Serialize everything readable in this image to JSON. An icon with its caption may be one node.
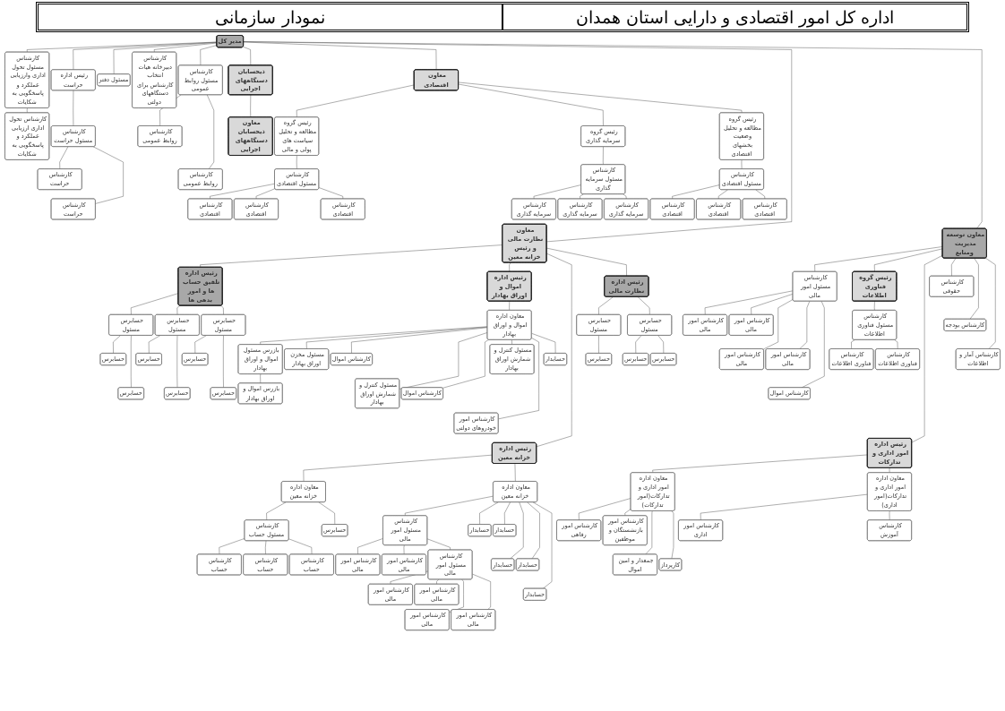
{
  "diagram": {
    "title": "نمودار سازمانی",
    "labels": [
      "اداره کل امور اقتصادی و دارایی استان همدان"
    ],
    "nodes": [
      {
        "text": [
          "مدیر کل"
        ]
      },
      {
        "text": [
          "کارشناس مسئول تحول اداری وارزیابی عملکرد و پاسخگویی به شکایات"
        ]
      },
      {
        "text": [
          "کارشناس تحول اداری ارزیابی عملکرد و پاسخگویی به شکایات"
        ]
      },
      {
        "text": [
          "رئیس اداره حراست"
        ]
      },
      {
        "text": [
          "کارشناس مسئول حراست"
        ]
      },
      {
        "text": [
          "کارشناس حراست"
        ]
      },
      {
        "text": [
          "کارشناس حراست"
        ]
      },
      {
        "text": [
          "مسئول دفتر"
        ]
      },
      {
        "text": [
          "کارشناس دبیرخانه هیات انتخاب کارشناس برای دستگاههای دولتی"
        ]
      },
      {
        "text": [
          "کارشناس مسئول روابط عمومی"
        ]
      },
      {
        "text": [
          "کارشناس روابط عمومی"
        ]
      },
      {
        "text": [
          "کارشناس روابط عمومی"
        ]
      },
      {
        "text": [
          "ذیحسابان دستگاههای اجرایی"
        ]
      },
      {
        "text": [
          "معاون ذیحسابان دستگاههای اجرایی"
        ]
      },
      {
        "text": [
          "معاون اقتصادی"
        ]
      },
      {
        "text": [
          "رئیس گروه مطالعه و تحلیل سیاست های پولی و مالی"
        ]
      },
      {
        "text": [
          "کارشناس مسئول اقتصادی"
        ]
      },
      {
        "text": [
          "کارشناس اقتصادی"
        ]
      },
      {
        "text": [
          "کارشناس اقتصادی"
        ]
      },
      {
        "text": [
          "کارشناس اقتصادی"
        ]
      },
      {
        "text": [
          "رئیس گروه سرمایه گذاری"
        ]
      },
      {
        "text": [
          "کارشناس مسئول سرمایه گذاری"
        ]
      },
      {
        "text": [
          "کارشناس سرمایه گذاری"
        ]
      },
      {
        "text": [
          "کارشناس سرمایه گذاری"
        ]
      },
      {
        "text": [
          "کارشناس سرمایه گذاری"
        ]
      },
      {
        "text": [
          "رئیس گروه مطالعه و تحلیل وضعیت بخشهای اقتصادی"
        ]
      },
      {
        "text": [
          "کارشناس مسئول اقتصادی"
        ]
      },
      {
        "text": [
          "کارشناس اقتصادی"
        ]
      },
      {
        "text": [
          "کارشناس اقتصادی"
        ]
      },
      {
        "text": [
          "کارشناس اقتصادی"
        ]
      },
      {
        "text": [
          "معاون نظارت مالی و رئیس خزانه معین"
        ]
      },
      {
        "text": [
          "رئیس اداره تلفیق حساب ها و امور بدهی ها"
        ]
      },
      {
        "text": [
          "حسابرس مسئول"
        ]
      },
      {
        "text": [
          "حسابرس"
        ]
      },
      {
        "text": [
          "حسابرس"
        ]
      },
      {
        "text": [
          "حسابرس مسئول"
        ]
      },
      {
        "text": [
          "حسابرس"
        ]
      },
      {
        "text": [
          "حسابرس"
        ]
      },
      {
        "text": [
          "حسابرس مسئول"
        ]
      },
      {
        "text": [
          "حسابرس"
        ]
      },
      {
        "text": [
          "حسابرس"
        ]
      },
      {
        "text": [
          "رئیس اداره اموال و اوراق بهادار"
        ]
      },
      {
        "text": [
          "معاون اداره اموال و اوراق بهادار"
        ]
      },
      {
        "text": [
          "بازرس مسئول اموال و اوراق بهادار"
        ]
      },
      {
        "text": [
          "بازرس اموال و اوراق بهادار"
        ]
      },
      {
        "text": [
          "مسئول مخزن اوراق بهادار"
        ]
      },
      {
        "text": [
          "کارشناس اموال"
        ]
      },
      {
        "text": [
          "مسئول کنترل و شمارش اوراق بهادار"
        ]
      },
      {
        "text": [
          "کارشناس اموال"
        ]
      },
      {
        "text": [
          "مسئول کنترل و شمارش اوراق بهادار"
        ]
      },
      {
        "text": [
          "کارشناس امور خودروهای دولتی"
        ]
      },
      {
        "text": [
          "حسابدار"
        ]
      },
      {
        "text": [
          "رئیس اداره خزانه معین"
        ]
      },
      {
        "text": [
          "معاون اداره خزانه معین"
        ]
      },
      {
        "text": [
          "معاون اداره خزانه معین"
        ]
      },
      {
        "text": [
          "کارشناس مسئول حساب"
        ]
      },
      {
        "text": [
          "حسابرس"
        ]
      },
      {
        "text": [
          "کارشناس حساب"
        ]
      },
      {
        "text": [
          "کارشناس حساب"
        ]
      },
      {
        "text": [
          "کارشناس حساب"
        ]
      },
      {
        "text": [
          "کارشناس مسئول امور مالی"
        ]
      },
      {
        "text": [
          "کارشناس امور مالی"
        ]
      },
      {
        "text": [
          "کارشناس امور مالی"
        ]
      },
      {
        "text": [
          "کارشناس مسئول امور مالی"
        ]
      },
      {
        "text": [
          "کارشناس امور مالی"
        ]
      },
      {
        "text": [
          "کارشناس امور مالی"
        ]
      },
      {
        "text": [
          "کارشناس امور مالی"
        ]
      },
      {
        "text": [
          "کارشناس امور مالی"
        ]
      },
      {
        "text": [
          "حسابدار"
        ]
      },
      {
        "text": [
          "حسابدار"
        ]
      },
      {
        "text": [
          "حسابدار"
        ]
      },
      {
        "text": [
          "حسابدار"
        ]
      },
      {
        "text": [
          "حسابدار"
        ]
      },
      {
        "text": [
          "رئیس اداره نظارت مالی"
        ]
      },
      {
        "text": [
          "حسابرس مسئول"
        ]
      },
      {
        "text": [
          "حسابرس"
        ]
      },
      {
        "text": [
          "حسابرس مسئول"
        ]
      },
      {
        "text": [
          "حسابرس"
        ]
      },
      {
        "text": [
          "حسابرس"
        ]
      },
      {
        "text": [
          "معاون توسعه مدیریت ومنابع"
        ]
      },
      {
        "text": [
          "کارشناس مسئول امور مالی"
        ]
      },
      {
        "text": [
          "کارشناس امور مالی"
        ]
      },
      {
        "text": [
          "کارشناس امور مالی"
        ]
      },
      {
        "text": [
          "کارشناس امور مالی"
        ]
      },
      {
        "text": [
          "کارشناس امور مالی"
        ]
      },
      {
        "text": [
          "کارشناس اموال"
        ]
      },
      {
        "text": [
          "رئیس گروه فناوری اطلاعات"
        ]
      },
      {
        "text": [
          "کارشناس مسئول فناوری اطلاعات"
        ]
      },
      {
        "text": [
          "کارشناس فناوری اطلاعات"
        ]
      },
      {
        "text": [
          "کارشناس فناوری اطلاعات"
        ]
      },
      {
        "text": [
          "رئیس اداره امور اداری و تدارکات"
        ]
      },
      {
        "text": [
          "معاون اداره امور اداری و تدارکات(امور تدارکات)"
        ]
      },
      {
        "text": [
          "کارشناس امور رفاهی"
        ]
      },
      {
        "text": [
          "کارشناس امور بازنشستگان و موظفین"
        ]
      },
      {
        "text": [
          "جمعدار و امین اموال"
        ]
      },
      {
        "text": [
          "کارپرداز"
        ]
      },
      {
        "text": [
          "معاون اداره امور اداری و تدارکات(امور اداری)"
        ]
      },
      {
        "text": [
          "کارشناس امور اداری"
        ]
      },
      {
        "text": [
          "کارشناس آموزش"
        ]
      },
      {
        "text": [
          "کارشناس حقوقی"
        ]
      },
      {
        "text": [
          "کارشناس بودجه"
        ]
      },
      {
        "text": [
          "کارشناس آمار و اطلاعات"
        ]
      }
    ],
    "edges": [
      {
        "from": 0,
        "to": 1,
        "arrow": "none"
      },
      {
        "from": 1,
        "to": 2,
        "arrow": "none"
      },
      {
        "from": 0,
        "to": 3,
        "arrow": "none"
      },
      {
        "from": 3,
        "to": 4,
        "arrow": "none"
      },
      {
        "from": 4,
        "to": 5,
        "arrow": "none"
      },
      {
        "from": 4,
        "to": 6,
        "arrow": "none"
      },
      {
        "from": 0,
        "to": 7,
        "arrow": "none"
      },
      {
        "from": 0,
        "to": 8,
        "arrow": "none"
      },
      {
        "from": 0,
        "to": 9,
        "arrow": "none"
      },
      {
        "from": 9,
        "to": 10,
        "arrow": "none"
      },
      {
        "from": 9,
        "to": 11,
        "arrow": "none"
      },
      {
        "from": 0,
        "to": 12,
        "arrow": "none"
      },
      {
        "from": 12,
        "to": 13,
        "arrow": "none"
      },
      {
        "from": 0,
        "to": 14,
        "arrow": "none"
      },
      {
        "from": 14,
        "to": 15,
        "arrow": "none"
      },
      {
        "from": 15,
        "to": 16,
        "arrow": "none"
      },
      {
        "from": 16,
        "to": 17,
        "arrow": "none"
      },
      {
        "from": 16,
        "to": 18,
        "arrow": "none"
      },
      {
        "from": 16,
        "to": 19,
        "arrow": "none"
      },
      {
        "from": 14,
        "to": 20,
        "arrow": "none"
      },
      {
        "from": 20,
        "to": 21,
        "arrow": "none"
      },
      {
        "from": 21,
        "to": 22,
        "arrow": "none"
      },
      {
        "from": 21,
        "to": 23,
        "arrow": "none"
      },
      {
        "from": 21,
        "to": 24,
        "arrow": "none"
      },
      {
        "from": 14,
        "to": 25,
        "arrow": "none"
      },
      {
        "from": 25,
        "to": 26,
        "arrow": "none"
      },
      {
        "from": 26,
        "to": 27,
        "arrow": "none"
      },
      {
        "from": 26,
        "to": 28,
        "arrow": "none"
      },
      {
        "from": 26,
        "to": 29,
        "arrow": "none"
      },
      {
        "from": 0,
        "to": 30,
        "arrow": "none"
      },
      {
        "from": 30,
        "to": 31,
        "arrow": "none"
      },
      {
        "from": 31,
        "to": 32,
        "arrow": "none"
      },
      {
        "from": 32,
        "to": 33,
        "arrow": "none"
      },
      {
        "from": 32,
        "to": 34,
        "arrow": "none"
      },
      {
        "from": 31,
        "to": 35,
        "arrow": "none"
      },
      {
        "from": 35,
        "to": 36,
        "arrow": "none"
      },
      {
        "from": 35,
        "to": 37,
        "arrow": "none"
      },
      {
        "from": 31,
        "to": 38,
        "arrow": "none"
      },
      {
        "from": 38,
        "to": 39,
        "arrow": "none"
      },
      {
        "from": 38,
        "to": 40,
        "arrow": "none"
      },
      {
        "from": 30,
        "to": 41,
        "arrow": "none"
      },
      {
        "from": 41,
        "to": 42,
        "arrow": "none"
      },
      {
        "from": 42,
        "to": 43,
        "arrow": "none"
      },
      {
        "from": 43,
        "to": 44,
        "arrow": "none"
      },
      {
        "from": 42,
        "to": 45,
        "arrow": "none"
      },
      {
        "from": 42,
        "to": 46,
        "arrow": "none"
      },
      {
        "from": 42,
        "to": 47,
        "arrow": "none"
      },
      {
        "from": 42,
        "to": 48,
        "arrow": "none"
      },
      {
        "from": 42,
        "to": 49,
        "arrow": "none"
      },
      {
        "from": 42,
        "to": 50,
        "arrow": "none"
      },
      {
        "from": 42,
        "to": 51,
        "arrow": "none"
      },
      {
        "from": 30,
        "to": 52,
        "arrow": "none"
      },
      {
        "from": 52,
        "to": 53,
        "arrow": "none"
      },
      {
        "from": 52,
        "to": 54,
        "arrow": "none"
      },
      {
        "from": 53,
        "to": 55,
        "arrow": "none"
      },
      {
        "from": 53,
        "to": 56,
        "arrow": "none"
      },
      {
        "from": 55,
        "to": 57,
        "arrow": "none"
      },
      {
        "from": 55,
        "to": 58,
        "arrow": "none"
      },
      {
        "from": 55,
        "to": 59,
        "arrow": "none"
      },
      {
        "from": 54,
        "to": 60,
        "arrow": "none"
      },
      {
        "from": 60,
        "to": 61,
        "arrow": "none"
      },
      {
        "from": 60,
        "to": 62,
        "arrow": "none"
      },
      {
        "from": 60,
        "to": 63,
        "arrow": "none"
      },
      {
        "from": 63,
        "to": 64,
        "arrow": "none"
      },
      {
        "from": 63,
        "to": 65,
        "arrow": "none"
      },
      {
        "from": 63,
        "to": 66,
        "arrow": "none"
      },
      {
        "from": 63,
        "to": 67,
        "arrow": "none"
      },
      {
        "from": 54,
        "to": 68,
        "arrow": "none"
      },
      {
        "from": 54,
        "to": 69,
        "arrow": "none"
      },
      {
        "from": 54,
        "to": 70,
        "arrow": "none"
      },
      {
        "from": 54,
        "to": 71,
        "arrow": "none"
      },
      {
        "from": 54,
        "to": 72,
        "arrow": "none"
      },
      {
        "from": 30,
        "to": 73,
        "arrow": "none"
      },
      {
        "from": 73,
        "to": 74,
        "arrow": "none"
      },
      {
        "from": 74,
        "to": 75,
        "arrow": "none"
      },
      {
        "from": 73,
        "to": 76,
        "arrow": "none"
      },
      {
        "from": 76,
        "to": 77,
        "arrow": "none"
      },
      {
        "from": 76,
        "to": 78,
        "arrow": "none"
      },
      {
        "from": 0,
        "to": 79,
        "arrow": "none"
      },
      {
        "from": 79,
        "to": 80,
        "arrow": "none"
      },
      {
        "from": 80,
        "to": 81,
        "arrow": "none"
      },
      {
        "from": 80,
        "to": 82,
        "arrow": "none"
      },
      {
        "from": 80,
        "to": 83,
        "arrow": "none"
      },
      {
        "from": 80,
        "to": 84,
        "arrow": "none"
      },
      {
        "from": 80,
        "to": 85,
        "arrow": "none"
      },
      {
        "from": 79,
        "to": 86,
        "arrow": "none"
      },
      {
        "from": 86,
        "to": 87,
        "arrow": "none"
      },
      {
        "from": 87,
        "to": 88,
        "arrow": "none"
      },
      {
        "from": 87,
        "to": 89,
        "arrow": "none"
      },
      {
        "from": 79,
        "to": 90,
        "arrow": "none"
      },
      {
        "from": 90,
        "to": 91,
        "arrow": "none"
      },
      {
        "from": 91,
        "to": 92,
        "arrow": "none"
      },
      {
        "from": 91,
        "to": 93,
        "arrow": "none"
      },
      {
        "from": 91,
        "to": 94,
        "arrow": "none"
      },
      {
        "from": 91,
        "to": 95,
        "arrow": "none"
      },
      {
        "from": 90,
        "to": 96,
        "arrow": "none"
      },
      {
        "from": 96,
        "to": 97,
        "arrow": "none"
      },
      {
        "from": 96,
        "to": 98,
        "arrow": "none"
      },
      {
        "from": 79,
        "to": 99,
        "arrow": "none"
      },
      {
        "from": 79,
        "to": 100,
        "arrow": "none"
      },
      {
        "from": 79,
        "to": 101,
        "arrow": "none"
      }
    ]
  }
}
